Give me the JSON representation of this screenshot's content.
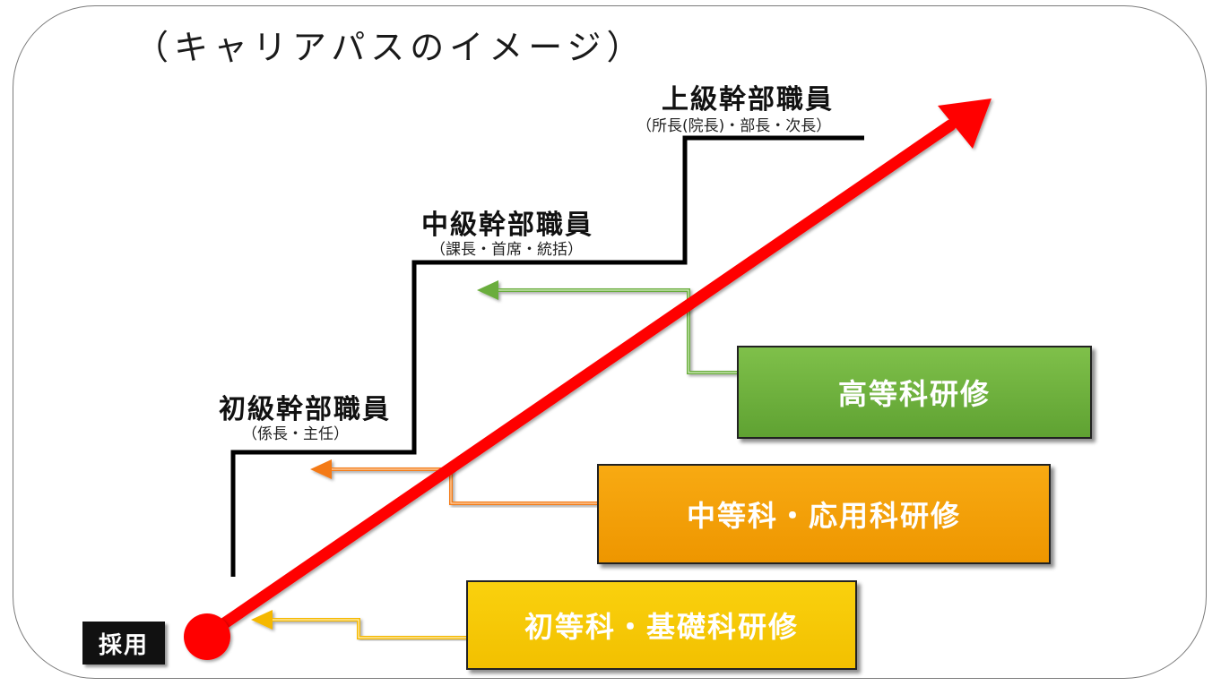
{
  "heading": "（キャリアパスのイメージ）",
  "levels": {
    "senior": {
      "title": "上級幹部職員",
      "subtitle": "（所長(院長)・部長・次長）"
    },
    "middle": {
      "title": "中級幹部職員",
      "subtitle": "（課長・首席・統括）"
    },
    "junior": {
      "title": "初級幹部職員",
      "subtitle": "（係長・主任）"
    }
  },
  "trainings": {
    "advanced": {
      "label": "高等科研修",
      "color": "#6aad3c"
    },
    "intermediate": {
      "label": "中等科・応用科研修",
      "color": "#f4a20a"
    },
    "basic": {
      "label": "初等科・基礎科研修",
      "color": "#f7c906"
    }
  },
  "start": {
    "label": "採用"
  },
  "colors": {
    "growth_arrow": "#ff0000",
    "stair": "#000000"
  }
}
